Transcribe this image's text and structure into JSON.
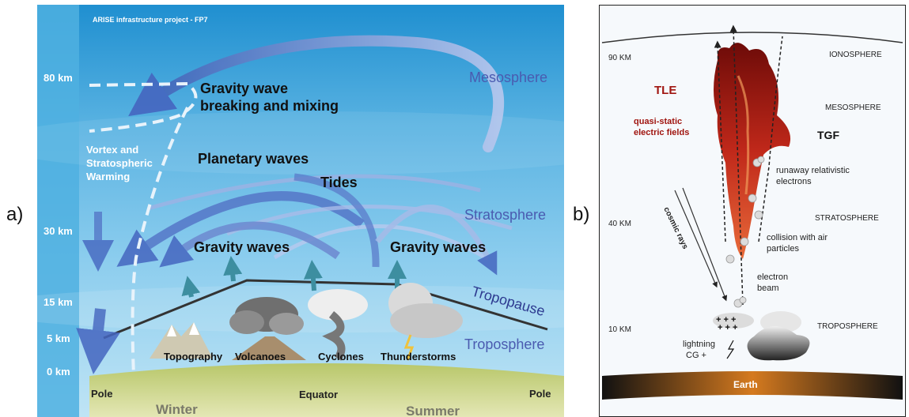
{
  "labels": {
    "a": "a)",
    "b": "b)"
  },
  "panel_a": {
    "header": "ARISE infrastructure project -  FP7",
    "altitudes": [
      "80 km",
      "30 km",
      "15 km",
      "5 km",
      "0 km"
    ],
    "layers": [
      "Mesosphere",
      "Stratosphere",
      "Tropopause",
      "Troposphere"
    ],
    "annotations": {
      "gw_breaking_1": "Gravity wave",
      "gw_breaking_2": "breaking  and mixing",
      "vortex_1": "Vortex and",
      "vortex_2": "Stratospheric",
      "vortex_3": "Warming",
      "planetary": "Planetary waves",
      "tides": "Tides",
      "gravity_left": "Gravity waves",
      "gravity_right": "Gravity waves"
    },
    "sources": [
      "Topography",
      "Volcanoes",
      "Cyclones",
      "Thunderstorms"
    ],
    "ground": {
      "pole_left": "Pole",
      "equator": "Equator",
      "pole_right": "Pole",
      "winter": "Winter",
      "summer": "Summer"
    }
  },
  "panel_b": {
    "altitudes": [
      "90 KM",
      "40 KM",
      "10 KM"
    ],
    "layers": [
      "IONOSPHERE",
      "MESOSPHERE",
      "STRATOSPHERE",
      "TROPOSPHERE"
    ],
    "tle": "TLE",
    "quasi_1": "quasi-static",
    "quasi_2": "electric fields",
    "tgf": "TGF",
    "runaway_1": "runaway relativistic",
    "runaway_2": "electrons",
    "cosmic": "cosmic rays",
    "collision_1": "collision with air",
    "collision_2": "particles",
    "beam_1": "electron",
    "beam_2": "beam",
    "lightning_1": "lightning",
    "lightning_2": "CG +",
    "earth": "Earth"
  }
}
